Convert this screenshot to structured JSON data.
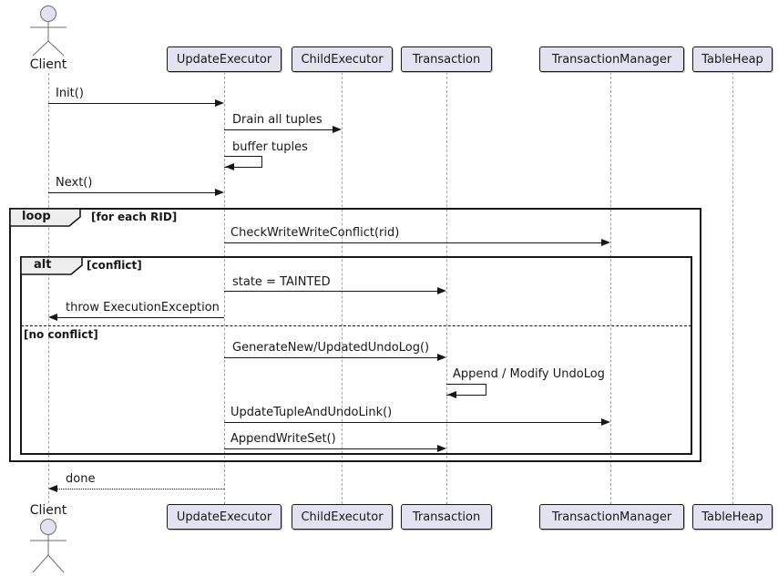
{
  "participants": [
    {
      "label": "Client",
      "type": "actor"
    },
    {
      "label": "UpdateExecutor",
      "type": "participant"
    },
    {
      "label": "ChildExecutor",
      "type": "participant"
    },
    {
      "label": "Transaction",
      "type": "participant"
    },
    {
      "label": "TransactionManager",
      "type": "participant"
    },
    {
      "label": "TableHeap",
      "type": "participant"
    }
  ],
  "frames": {
    "loop": {
      "label": "loop",
      "condition": "[for each RID]"
    },
    "alt": {
      "label": "alt",
      "condition": "[conflict]",
      "else_condition": "[no conflict]"
    }
  },
  "messages": [
    {
      "label": "Init()",
      "from": "Client",
      "to": "UpdateExecutor",
      "kind": "solid"
    },
    {
      "label": "Drain all tuples",
      "from": "UpdateExecutor",
      "to": "ChildExecutor",
      "kind": "solid"
    },
    {
      "label": "buffer tuples",
      "from": "UpdateExecutor",
      "to": "UpdateExecutor",
      "kind": "self"
    },
    {
      "label": "Next()",
      "from": "Client",
      "to": "UpdateExecutor",
      "kind": "solid"
    },
    {
      "label": "CheckWriteWriteConflict(rid)",
      "from": "UpdateExecutor",
      "to": "TransactionManager",
      "kind": "solid"
    },
    {
      "label": "state = TAINTED",
      "from": "UpdateExecutor",
      "to": "Transaction",
      "kind": "solid"
    },
    {
      "label": "throw ExecutionException",
      "from": "UpdateExecutor",
      "to": "Client",
      "kind": "solid"
    },
    {
      "label": "GenerateNew/UpdatedUndoLog()",
      "from": "UpdateExecutor",
      "to": "Transaction",
      "kind": "solid"
    },
    {
      "label": "Append / Modify UndoLog",
      "from": "Transaction",
      "to": "Transaction",
      "kind": "self"
    },
    {
      "label": "UpdateTupleAndUndoLink()",
      "from": "UpdateExecutor",
      "to": "TransactionManager",
      "kind": "solid"
    },
    {
      "label": "AppendWriteSet()",
      "from": "UpdateExecutor",
      "to": "Transaction",
      "kind": "solid"
    },
    {
      "label": "done",
      "from": "UpdateExecutor",
      "to": "Client",
      "kind": "dashed"
    }
  ],
  "colors": {
    "participant_fill": "#E2E2F0",
    "border": "#181818",
    "lifeline": "#A6A6A6",
    "frame_tab_fill": "#EEEEEE",
    "background": "#FFFFFF"
  }
}
